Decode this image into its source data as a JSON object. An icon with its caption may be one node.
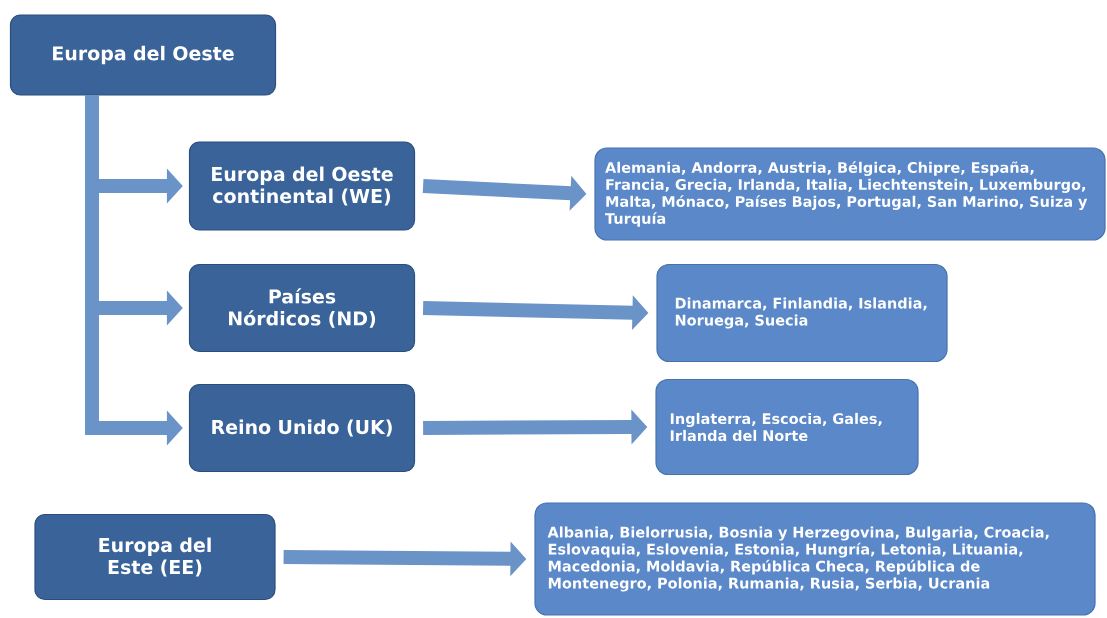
{
  "diagram": {
    "nodes": [
      {
        "text": [
          "Europa del Oeste"
        ]
      },
      {
        "text": [
          "Europa del Oeste continental (WE)"
        ]
      },
      {
        "text": [
          "Alemania, Andorra, Austria, Bélgica, Chipre, España, Francia, Grecia, Irlanda, Italia, Liechtenstein, Luxemburgo, Malta, Mónaco, Países Bajos, Portugal, San Marino, Suiza y Turquía"
        ]
      },
      {
        "text": [
          "Países Nórdicos (ND)"
        ]
      },
      {
        "text": [
          "Dinamarca, Finlandia, Islandia, Noruega, Suecia"
        ]
      },
      {
        "text": [
          "Reino Unido (UK)"
        ]
      },
      {
        "text": [
          "Inglaterra, Escocia, Gales, Irlanda del Norte"
        ]
      },
      {
        "text": [
          "Europa del Este (EE)"
        ]
      },
      {
        "text": [
          "Albania, Bielorrusia, Bosnia y Herzegovina, Bulgaria, Croacia, Eslovaquia, Eslovenia, Estonia, Hungría, Letonia, Lituania, Macedonia, Moldavia, República Checa, República de Montenegro, Polonia, Rumania, Rusia, Serbia, Ucrania"
        ]
      }
    ],
    "edges": [
      {
        "from": 0,
        "to": 1,
        "arrow": "to"
      },
      {
        "from": 0,
        "to": 3,
        "arrow": "to"
      },
      {
        "from": 0,
        "to": 5,
        "arrow": "to"
      },
      {
        "from": 1,
        "to": 2,
        "arrow": "to"
      },
      {
        "from": 3,
        "to": 4,
        "arrow": "to"
      },
      {
        "from": 5,
        "to": 6,
        "arrow": "to"
      },
      {
        "from": 7,
        "to": 8,
        "arrow": "to"
      }
    ]
  }
}
